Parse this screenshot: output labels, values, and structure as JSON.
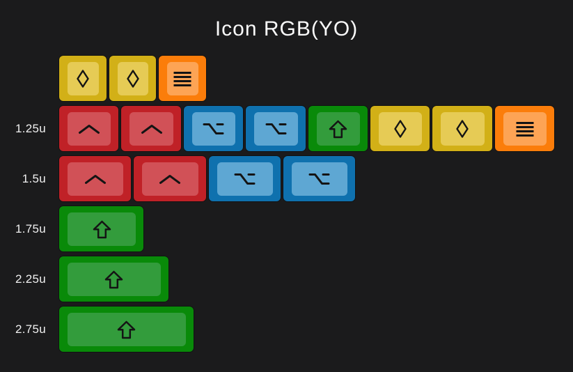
{
  "title": "Icon RGB(YO)",
  "colors": {
    "background": "#1b1b1c",
    "title_text": "#fafafa",
    "row_label_text": "#f1f1f1",
    "icon_stroke": "#141414",
    "keycaps": {
      "yellow": {
        "base": "#d2b017",
        "top": "#e6cb55"
      },
      "orange": {
        "base": "#fb7d0a",
        "top": "#fda455"
      },
      "red": {
        "base": "#c02127",
        "top": "#d15157"
      },
      "blue": {
        "base": "#0f71ae",
        "top": "#5ea7d3"
      },
      "green": {
        "base": "#098a09",
        "top": "#339c3c"
      }
    }
  },
  "rows": [
    {
      "label": "",
      "size_u": 1,
      "keys": [
        {
          "color": "yellow",
          "icon": "diamond"
        },
        {
          "color": "yellow",
          "icon": "diamond"
        },
        {
          "color": "orange",
          "icon": "menu"
        }
      ]
    },
    {
      "label": "1.25u",
      "size_u": 1.25,
      "keys": [
        {
          "color": "red",
          "icon": "control"
        },
        {
          "color": "red",
          "icon": "control"
        },
        {
          "color": "blue",
          "icon": "option"
        },
        {
          "color": "blue",
          "icon": "option"
        },
        {
          "color": "green",
          "icon": "shift"
        },
        {
          "color": "yellow",
          "icon": "diamond"
        },
        {
          "color": "yellow",
          "icon": "diamond"
        },
        {
          "color": "orange",
          "icon": "menu"
        }
      ]
    },
    {
      "label": "1.5u",
      "size_u": 1.5,
      "keys": [
        {
          "color": "red",
          "icon": "control"
        },
        {
          "color": "red",
          "icon": "control"
        },
        {
          "color": "blue",
          "icon": "option"
        },
        {
          "color": "blue",
          "icon": "option"
        }
      ]
    },
    {
      "label": "1.75u",
      "size_u": 1.75,
      "keys": [
        {
          "color": "green",
          "icon": "shift"
        }
      ]
    },
    {
      "label": "2.25u",
      "size_u": 2.25,
      "keys": [
        {
          "color": "green",
          "icon": "shift"
        }
      ]
    },
    {
      "label": "2.75u",
      "size_u": 2.75,
      "keys": [
        {
          "color": "green",
          "icon": "shift"
        }
      ]
    }
  ]
}
